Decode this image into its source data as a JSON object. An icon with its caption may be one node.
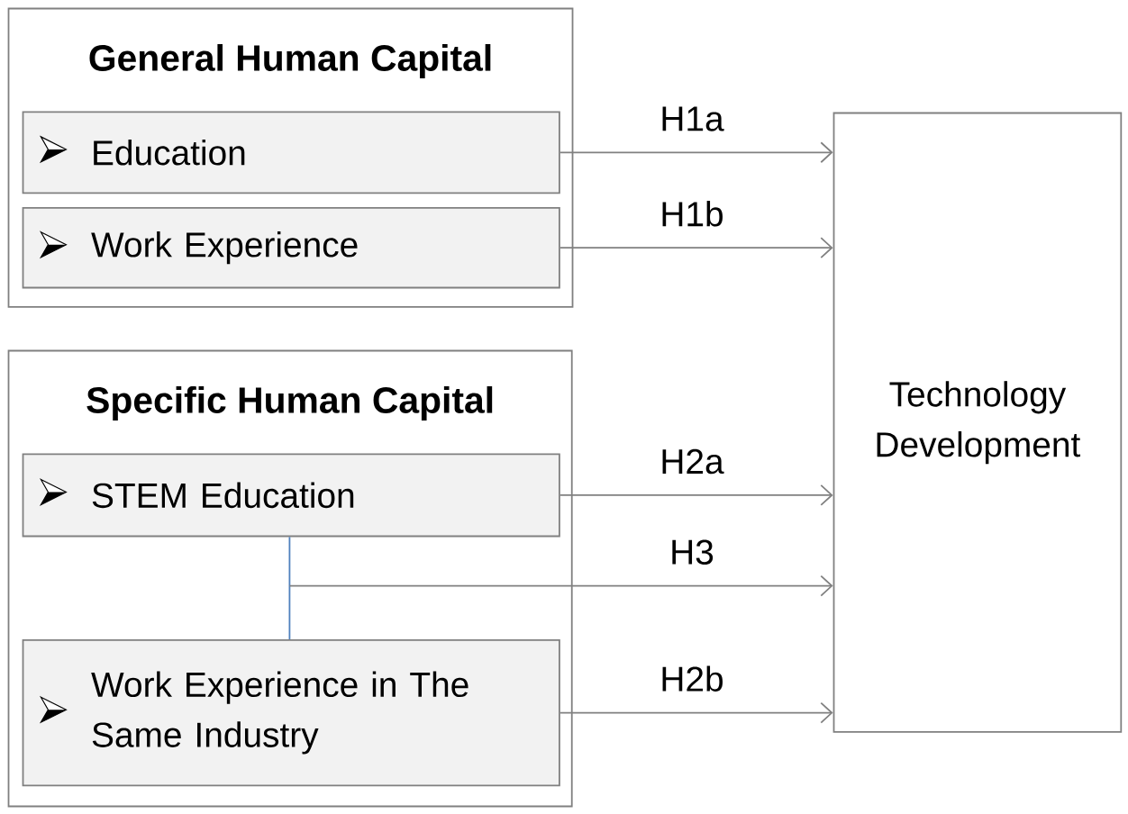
{
  "diagram": {
    "nodes": [
      {
        "text": [
          "General Human Capital"
        ]
      },
      {
        "text": [
          "Education"
        ],
        "in": 0
      },
      {
        "text": [
          "Work Experience"
        ],
        "in": 0
      },
      {
        "text": [
          "Specific Human Capital"
        ]
      },
      {
        "text": [
          "STEM Education"
        ],
        "in": 3
      },
      {
        "text": [
          "Work Experience in The Same Industry"
        ],
        "in": 3
      },
      {
        "text": [
          "Technology Development"
        ]
      }
    ],
    "edges": [
      {
        "from": 1,
        "to": 6,
        "arrow": "to",
        "label": "H1a"
      },
      {
        "from": 2,
        "to": 6,
        "arrow": "to",
        "label": "H1b"
      },
      {
        "from": 4,
        "to": 6,
        "arrow": "to",
        "label": "H2a"
      },
      {
        "from": 4,
        "to": 5,
        "arrow": "none",
        "color": "#4f81bd"
      },
      {
        "from": null,
        "to": 6,
        "arrow": "to",
        "label": "H3"
      },
      {
        "from": 5,
        "to": 6,
        "arrow": "to",
        "label": "H2b"
      }
    ]
  }
}
